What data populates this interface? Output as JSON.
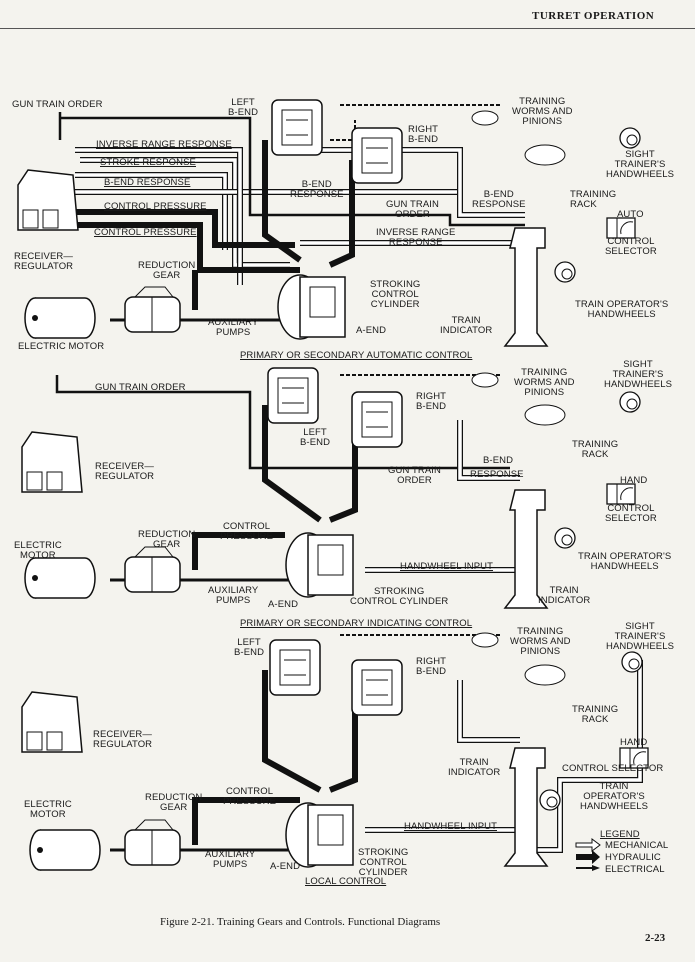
{
  "header": {
    "section": "TURRET OPERATION"
  },
  "panels": [
    {
      "labels": {
        "gun_train_order": "GUN TRAIN ORDER",
        "left_b_end": "LEFT\nB-END",
        "training_worms": "TRAINING\nWORMS AND\nPINIONS",
        "right_b_end": "RIGHT\nB-END",
        "sight_trainers": "SIGHT\nTRAINER'S\nHANDWHEELS",
        "inverse_range_response": "INVERSE RANGE RESPONSE",
        "stroke_response": "STROKE RESPONSE",
        "b_end_response": "B-END RESPONSE",
        "b_end_response_mid": "B-END\nRESPONSE",
        "b_end_response_right": "B-END\nRESPONSE",
        "training_rack": "TRAINING\nRACK",
        "auto": "AUTO",
        "control_selector": "CONTROL\nSELECTOR",
        "control_pressure_1": "CONTROL PRESSURE",
        "control_pressure_2": "CONTROL PRESSURE",
        "gun_train_order_mid": "GUN TRAIN\nORDER",
        "inverse_range_response_mid": "INVERSE RANGE\nRESPONSE",
        "receiver_regulator": "RECEIVER—\nREGULATOR",
        "reduction_gear": "REDUCTION\nGEAR",
        "stroking_cylinder": "STROKING\nCONTROL\nCYLINDER",
        "train_operators": "TRAIN OPERATOR'S\nHANDWHEELS",
        "train_indicator": "TRAIN\nINDICATOR",
        "auxiliary_pumps": "AUXILIARY\nPUMPS",
        "a_end": "A-END",
        "electric_motor": "ELECTRIC MOTOR"
      },
      "title": "PRIMARY OR SECONDARY AUTOMATIC CONTROL"
    },
    {
      "labels": {
        "gun_train_order": "GUN TRAIN ORDER",
        "training_worms": "TRAINING\nWORMS AND\nPINIONS",
        "sight_trainers": "SIGHT\nTRAINER'S\nHANDWHEELS",
        "right_b_end": "RIGHT\nB-END",
        "left_b_end": "LEFT\nB-END",
        "training_rack": "TRAINING\nRACK",
        "receiver_regulator": "RECEIVER—\nREGULATOR",
        "b_end": "B-END",
        "gun_train_order_mid": "GUN TRAIN\nORDER",
        "response": "RESPONSE",
        "hand": "HAND",
        "control_selector": "CONTROL\nSELECTOR",
        "control_pressure": "CONTROL\nPRESSURE",
        "reduction_gear": "REDUCTION\nGEAR",
        "electric_motor": "ELECTRIC\nMOTOR",
        "handwheel_input": "HANDWHEEL INPUT",
        "train_operators": "TRAIN OPERATOR'S\nHANDWHEELS",
        "auxiliary_pumps": "AUXILIARY\nPUMPS",
        "a_end": "A-END",
        "stroking_cylinder": "STROKING\nCONTROL CYLINDER",
        "train_indicator": "TRAIN\nINDICATOR"
      }
    },
    {
      "title": "PRIMARY OR SECONDARY INDICATING CONTROL",
      "labels": {
        "left_b_end": "LEFT\nB-END",
        "training_worms": "TRAINING\nWORMS AND\nPINIONS",
        "sight_trainers": "SIGHT\nTRAINER'S\nHANDWHEELS",
        "right_b_end": "RIGHT\nB-END",
        "training_rack": "TRAINING\nRACK",
        "receiver_regulator": "RECEIVER—\nREGULATOR",
        "train_indicator": "TRAIN\nINDICATOR",
        "hand": "HAND",
        "control_selector": "CONTROL SELECTOR",
        "train_operators": "TRAIN\nOPERATOR'S\nHANDWHEELS",
        "reduction_gear": "REDUCTION\nGEAR",
        "control_pressure": "CONTROL\nPRESSURE",
        "electric_motor": "ELECTRIC\nMOTOR",
        "handwheel_input": "HANDWHEEL INPUT",
        "auxiliary_pumps": "AUXILIARY\nPUMPS",
        "a_end": "A-END",
        "stroking_cylinder": "STROKING\nCONTROL\nCYLINDER",
        "local_control": "LOCAL CONTROL"
      }
    }
  ],
  "legend": {
    "title": "LEGEND",
    "items": [
      {
        "label": "MECHANICAL",
        "style": "hollow-arrow"
      },
      {
        "label": "HYDRAULIC",
        "style": "heavy-black-arrow"
      },
      {
        "label": "ELECTRICAL",
        "style": "thin-black-arrow"
      }
    ]
  },
  "caption": "Figure 2-21.  Training Gears and Controls.  Functional Diagrams",
  "page_number": "2-23",
  "colors": {
    "paper": "#f4f3ee",
    "ink": "#1a1a1a"
  }
}
